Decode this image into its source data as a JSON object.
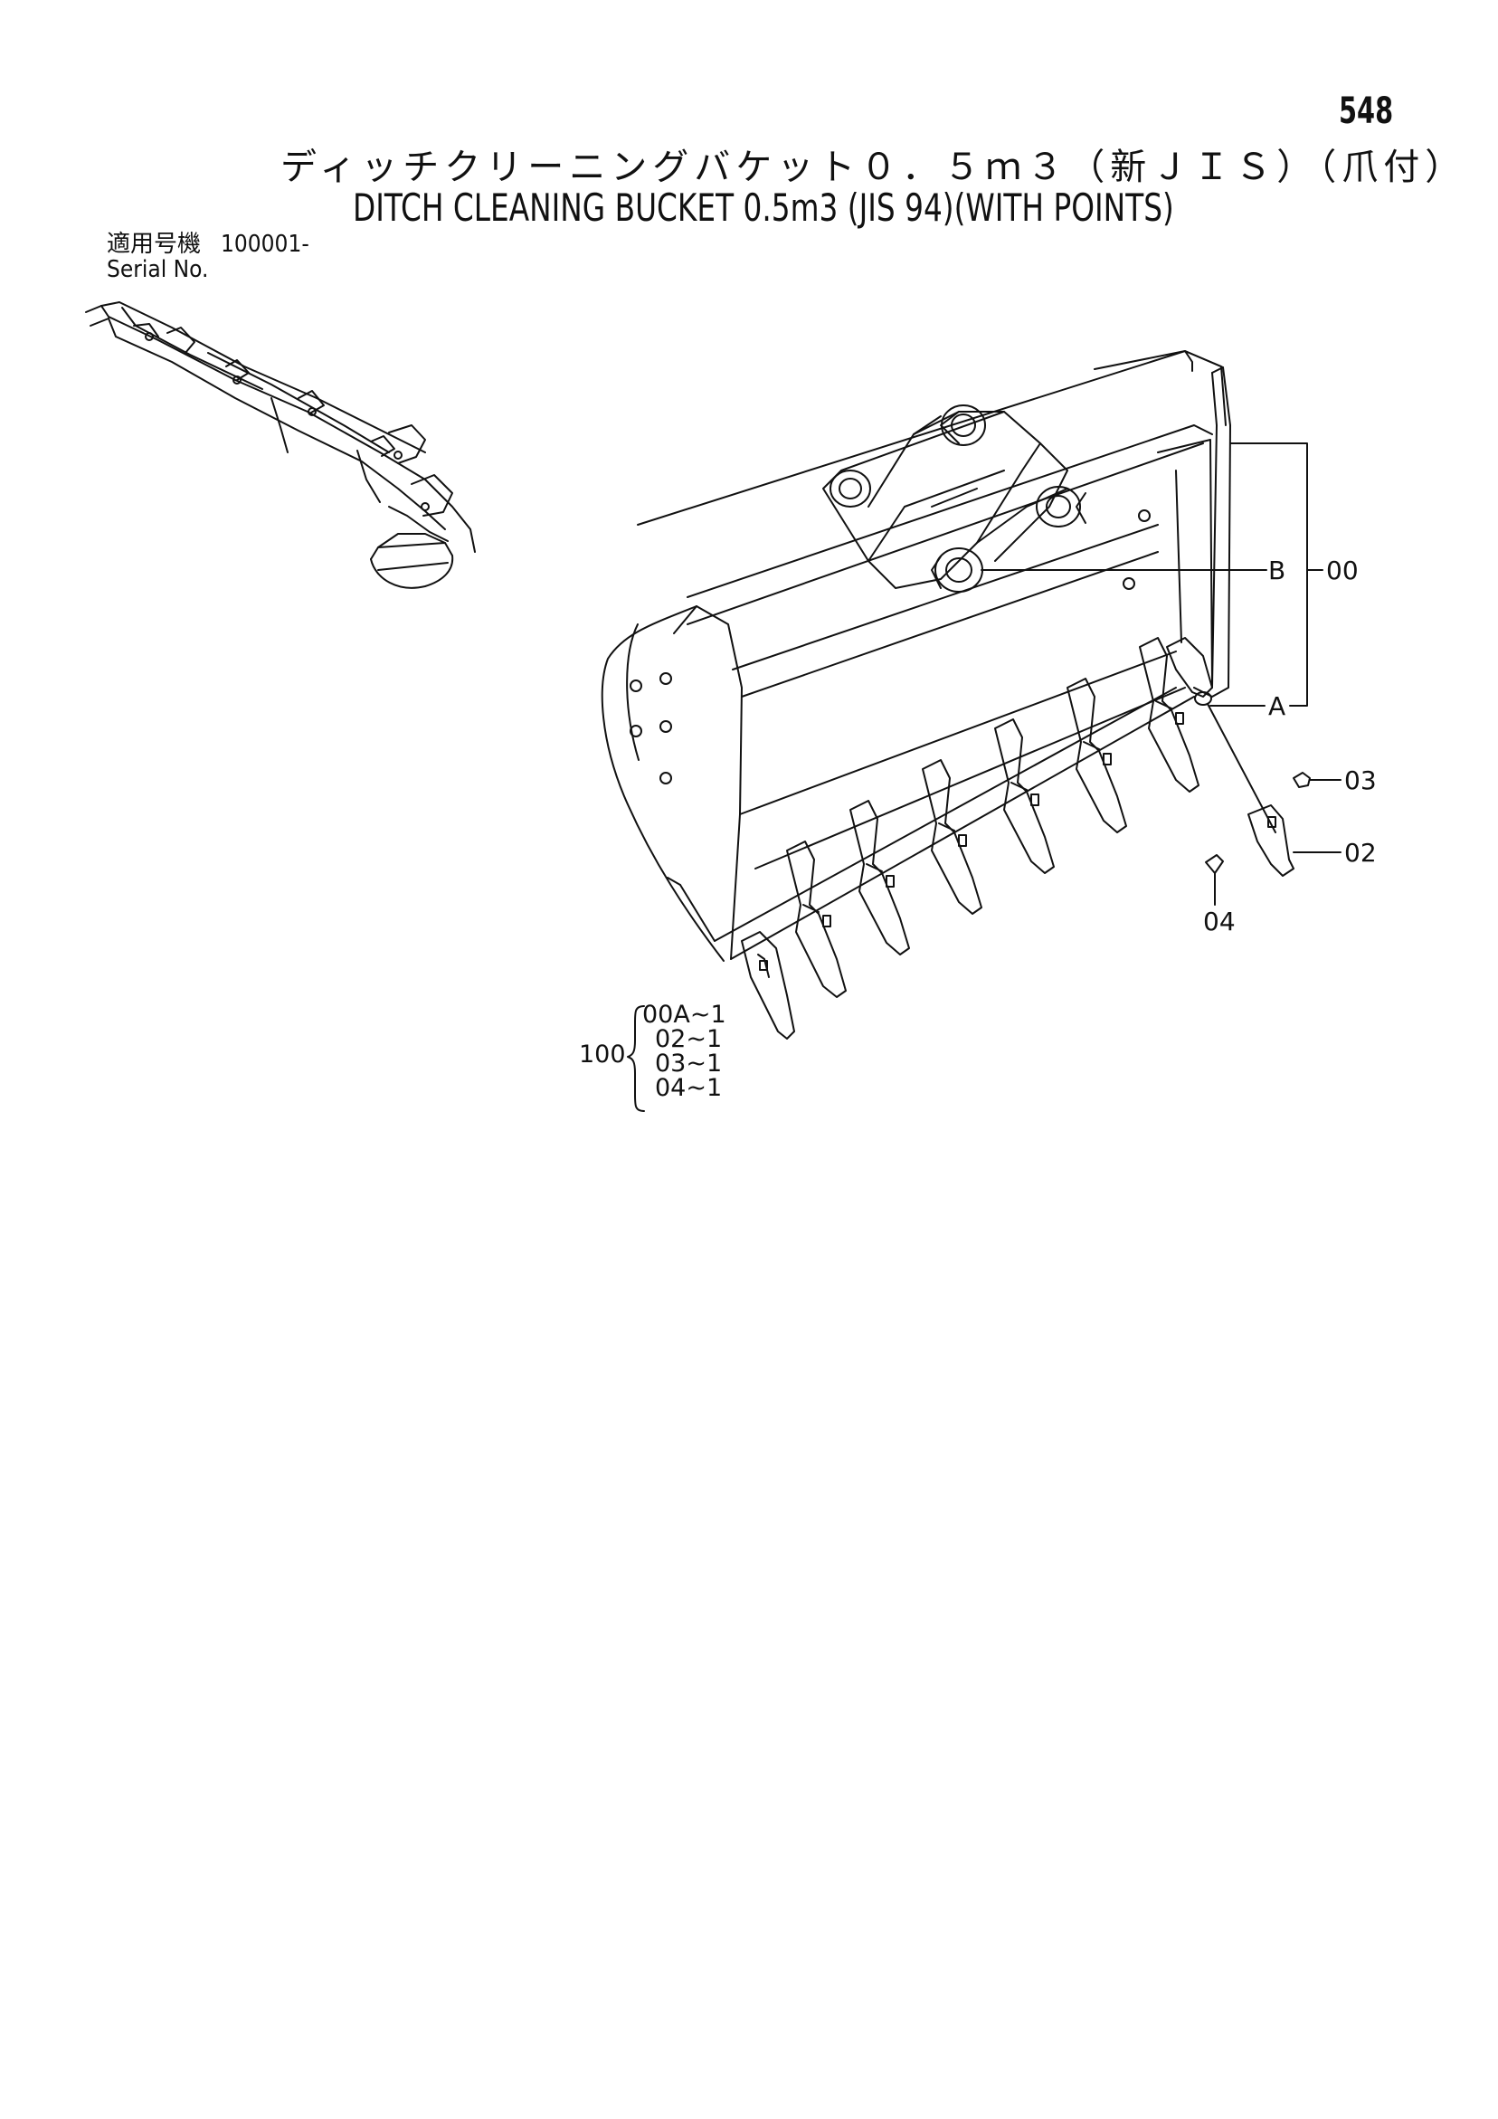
{
  "page_number": "548",
  "title_jp": "ディッチクリーニングバケット０．５ｍ３（新ＪＩＳ）（爪付）",
  "title_en": "DITCH CLEANING BUCKET 0.5m3 (JIS 94)(WITH POINTS)",
  "serial": {
    "label_jp": "適用号機",
    "label_en": "Serial No.",
    "value": "100001-"
  },
  "callouts": {
    "b": "B",
    "a": "A",
    "p00": "00",
    "p03": "03",
    "p02": "02",
    "p04": "04"
  },
  "kit": {
    "number": "100",
    "items": [
      "00A~1",
      "02~1",
      "03~1",
      "04~1"
    ]
  }
}
